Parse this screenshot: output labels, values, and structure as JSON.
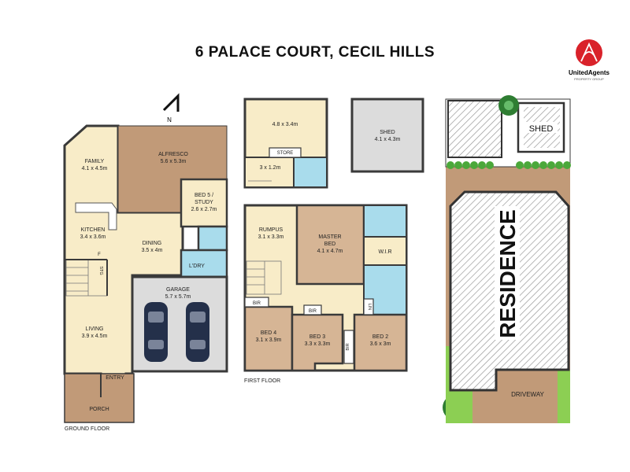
{
  "title": "6 PALACE COURT, CECIL HILLS",
  "logo": {
    "brand": "UnitedAgents",
    "tagline": "PROPERTY GROUP",
    "color": "#d9222a"
  },
  "north_symbol": "N",
  "colors": {
    "floor": "#f8ecc8",
    "outdoor": "#c19a78",
    "bath": "#a9dcec",
    "garage": "#dcdcdc",
    "wall": "#3a3a3a",
    "grass": "#8ccf53"
  },
  "ground_floor": {
    "caption": "GROUND FLOOR",
    "rooms": {
      "family": {
        "name": "FAMILY",
        "size": "4.1 x 4.5m"
      },
      "alfresco": {
        "name": "ALFRESCO",
        "size": "5.6 x 5.3m"
      },
      "bed5": {
        "name": "BED 5 /",
        "name2": "STUDY",
        "size": "2.6 x 2.7m"
      },
      "kitchen": {
        "name": "KITCHEN",
        "size": "3.4 x 3.6m"
      },
      "dining": {
        "name": "DINING",
        "size": "3.5 x 4m"
      },
      "laundry": {
        "name": "L'DRY"
      },
      "garage": {
        "name": "GARAGE",
        "size": "5.7 x 5.7m"
      },
      "living": {
        "name": "LIVING",
        "size": "3.9 x 4.5m"
      },
      "entry": {
        "name": "ENTRY"
      },
      "porch": {
        "name": "PORCH"
      },
      "stg": {
        "name": "STG"
      },
      "f": {
        "name": "F"
      }
    }
  },
  "outbuilding": {
    "room": {
      "size": "4.8 x 3.4m"
    },
    "store": {
      "name": "STORE"
    },
    "small": {
      "size": "3 x 1.2m"
    }
  },
  "shed_plan": {
    "name": "SHED",
    "size": "4.1 x 4.3m"
  },
  "first_floor": {
    "caption": "FIRST FLOOR",
    "rooms": {
      "rumpus": {
        "name": "RUMPUS",
        "size": "3.1 x 3.3m"
      },
      "master": {
        "name": "MASTER",
        "name2": "BED",
        "size": "4.1 x 4.7m"
      },
      "wir": {
        "name": "W.I.R"
      },
      "bed4": {
        "name": "BED 4",
        "size": "3.1 x 3.9m"
      },
      "bed3": {
        "name": "BED 3",
        "size": "3.3 x 3.3m"
      },
      "bed2": {
        "name": "BED 2",
        "size": "3.6 x 3m"
      },
      "bir1": {
        "name": "BIR"
      },
      "bir2": {
        "name": "BIR"
      },
      "bir3": {
        "name": "BIR"
      },
      "lin": {
        "name": "LIN"
      }
    }
  },
  "site_plan": {
    "residence": "RESIDENCE",
    "shed": "SHED",
    "driveway": "DRIVEWAY"
  }
}
